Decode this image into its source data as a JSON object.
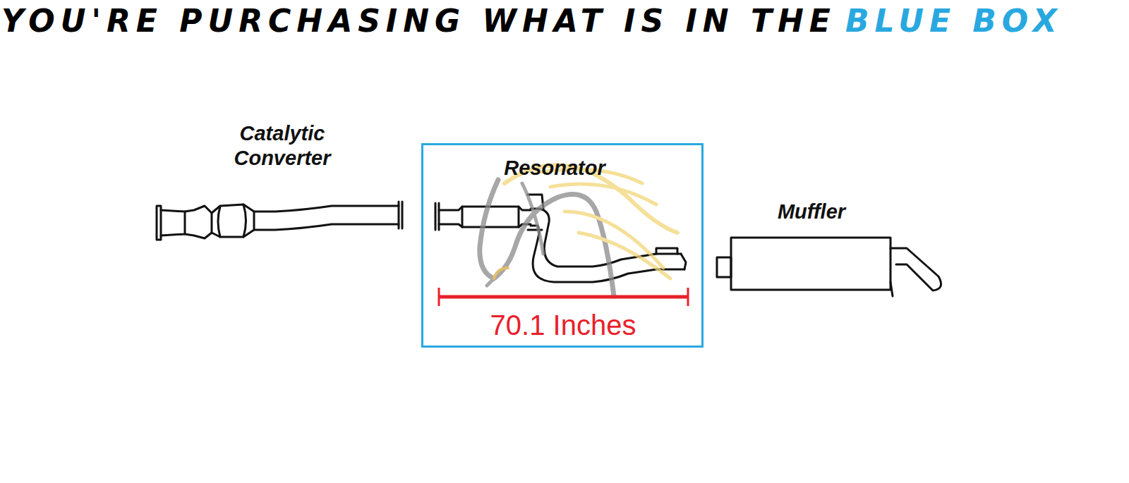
{
  "diagram": {
    "title": "YOU'RE PURCHASING WHAT IS IN THE",
    "nodes": [
      {
        "text": [
          "Resonator",
          "70.1 Inches"
        ]
      }
    ],
    "labels": [
      "BLUE BOX",
      "Catalytic Converter",
      "Muffler"
    ]
  }
}
